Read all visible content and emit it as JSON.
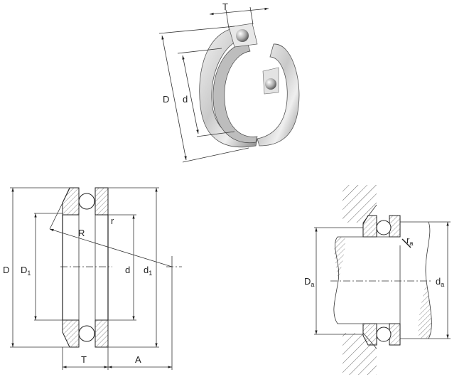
{
  "top_view": {
    "labels": {
      "T": "T",
      "D": "D",
      "d": "d"
    }
  },
  "section_view": {
    "labels": {
      "D": "D",
      "D1_main": "D",
      "D1_sub": "1",
      "d": "d",
      "d1_main": "d",
      "d1_sub": "1",
      "R": "R",
      "r": "r",
      "T": "T",
      "A": "A"
    }
  },
  "mounting_view": {
    "labels": {
      "Da_main": "D",
      "Da_sub": "a",
      "da_main": "d",
      "da_sub": "a",
      "ra_main": "r",
      "ra_sub": "a"
    }
  },
  "colors": {
    "line": "#333333",
    "metal_light": "#f2f2f2",
    "metal_dark": "#8a8a8a"
  }
}
